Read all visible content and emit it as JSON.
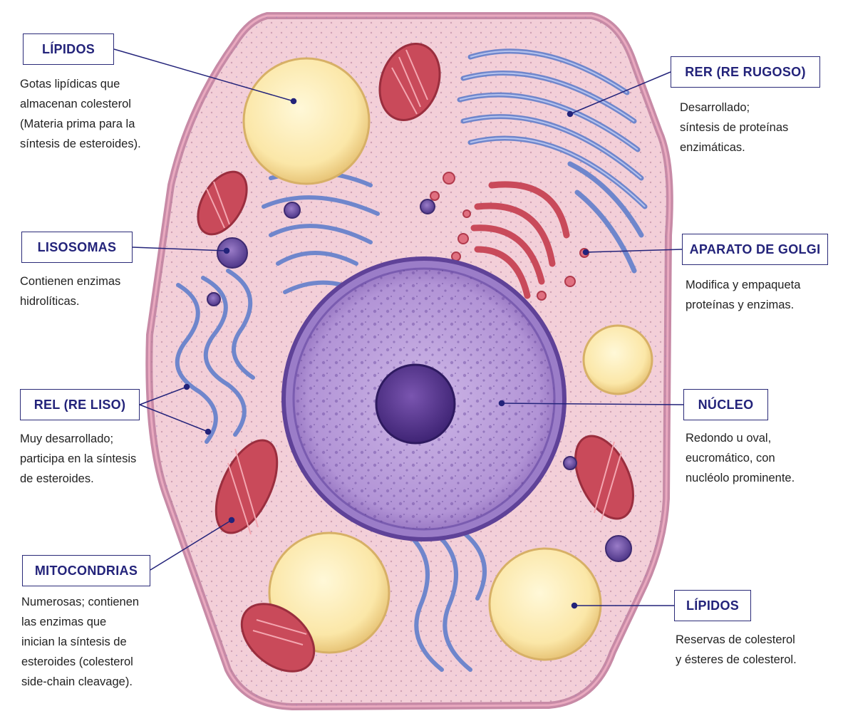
{
  "labels": {
    "lipidos_top": {
      "title": "LÍPIDOS",
      "desc": "Gotas lipídicas que\nalmacenan colesterol\n(Materia prima para la\nsíntesis de esteroides)."
    },
    "lisosomas": {
      "title": "LISOSOMAS",
      "desc": "Contienen enzimas\nhidrolíticas."
    },
    "rel": {
      "title": "REL (RE LISO)",
      "desc": "Muy desarrollado;\nparticipa en la síntesis\nde esteroides."
    },
    "mitocondrias": {
      "title": "MITOCONDRIAS",
      "desc": "Numerosas; contienen\nlas enzimas que\ninician la síntesis de\nesteroides (colesterol\nside-chain cleavage)."
    },
    "rer": {
      "title": "RER (RE RUGOSO)",
      "desc": "Desarrollado;\nsíntesis de proteínas\nenzimáticas."
    },
    "golgi": {
      "title": "APARATO DE GOLGI",
      "desc": "Modifica y empaqueta\nproteínas y enzimas."
    },
    "nucleo": {
      "title": "NÚCLEO",
      "desc": "Redondo u oval,\neucromático, con\nnucléolo prominente."
    },
    "lipidos_bottom": {
      "title": "LÍPIDOS",
      "desc": "Reservas de colesterol\ny ésteres de colesterol."
    }
  },
  "colors": {
    "label_text": "#23237a",
    "cytoplasm": "#f3cfd8",
    "membrane": "#c78aa6",
    "lipid": "#fbe7a8",
    "mitochondria": "#c94a5a",
    "er": "#6f86cc",
    "nucleus": "#b59ad8",
    "nucleolus": "#4d2d88"
  }
}
